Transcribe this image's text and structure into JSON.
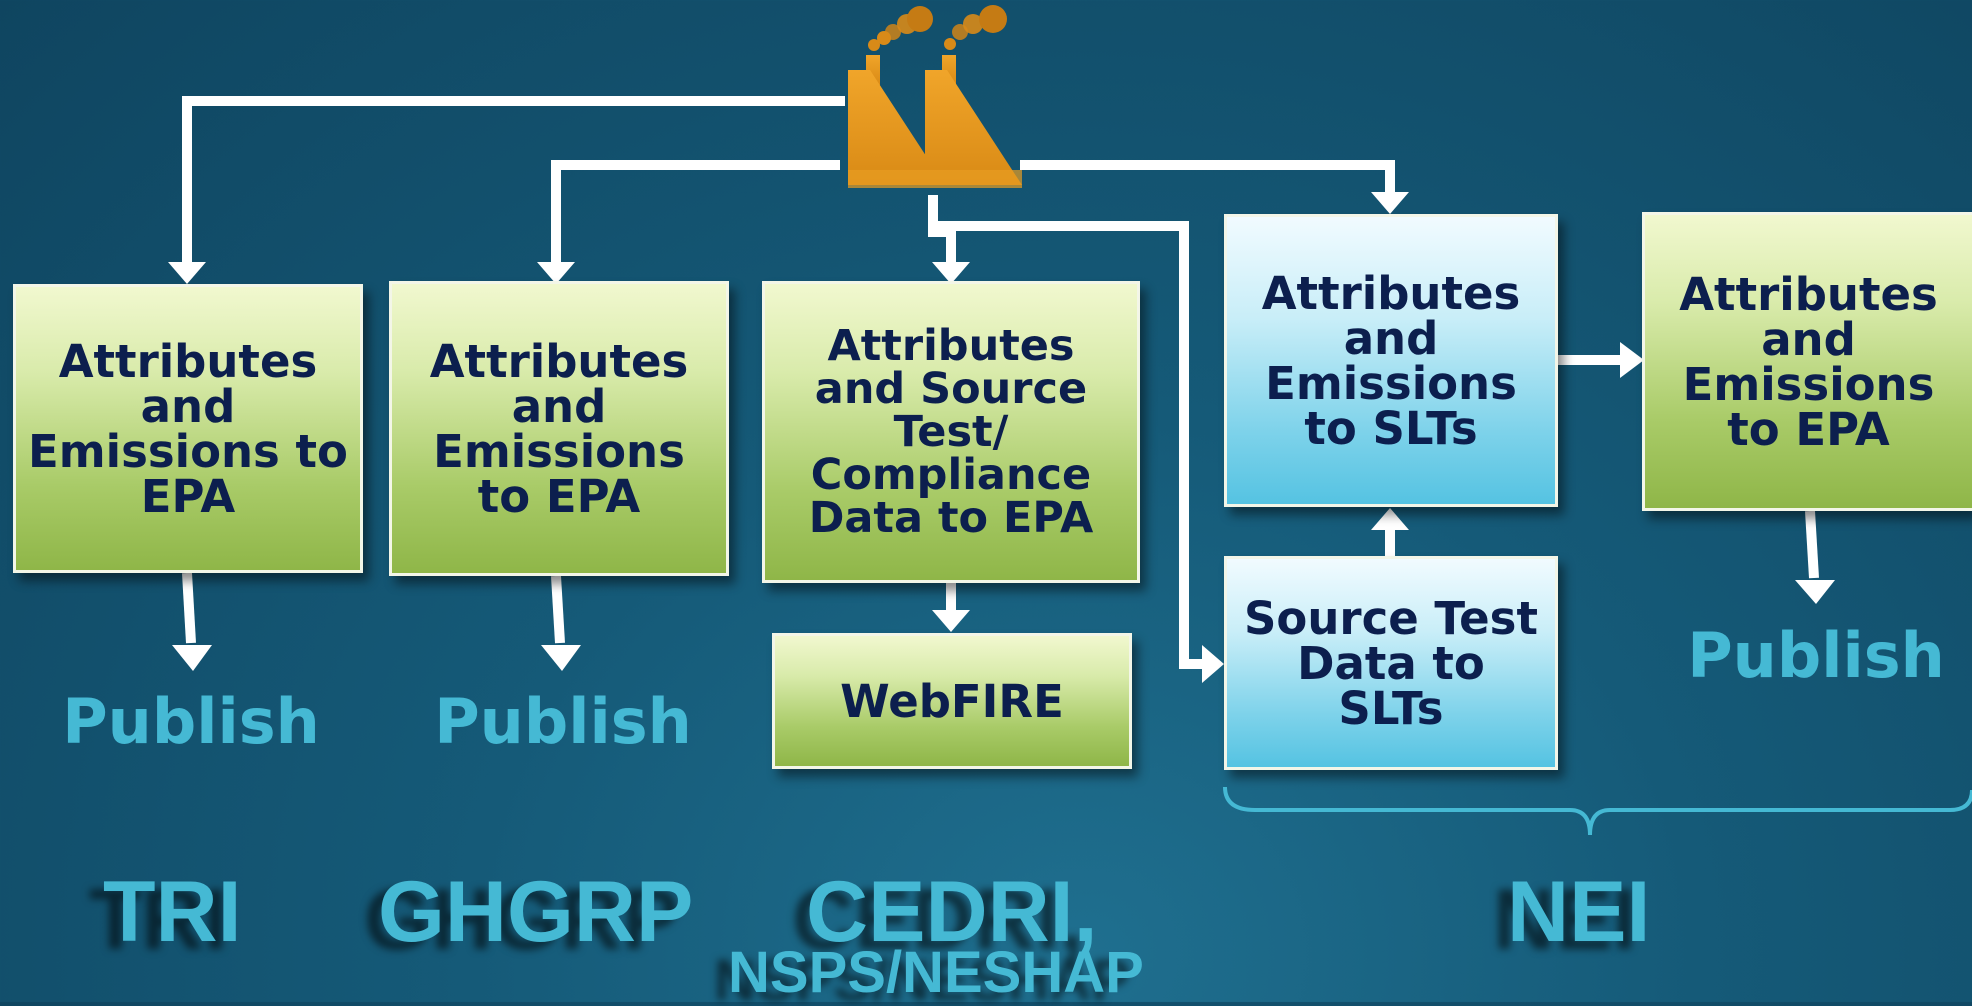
{
  "boxes": {
    "tri": "Attributes\nand\nEmissions to\nEPA",
    "ghgrp": "Attributes\nand\nEmissions\nto EPA",
    "cedri": "Attributes\nand Source\nTest/\nCompliance\nData to EPA",
    "webfire": "WebFIRE",
    "slt_emissions": "Attributes\nand\nEmissions\nto SLTs",
    "slt_source_test": "Source Test\nData to\nSLTs",
    "nei_epa": "Attributes\nand\nEmissions\nto EPA"
  },
  "publish": {
    "tri": "Publish",
    "ghgrp": "Publish",
    "nei": "Publish"
  },
  "programs": {
    "tri": "TRI",
    "ghgrp": "GHGRP",
    "cedri": "CEDRI,",
    "nsps": "NSPS/NESHAP",
    "nei": "NEI"
  },
  "colors": {
    "green_box": "#9cc255",
    "blue_box": "#6dcce8",
    "box_text": "#0c1f4e",
    "accent_text": "#45b9d4",
    "factory": "#e79a1d",
    "background": "#155a78"
  },
  "icons": [
    "factory-icon"
  ]
}
